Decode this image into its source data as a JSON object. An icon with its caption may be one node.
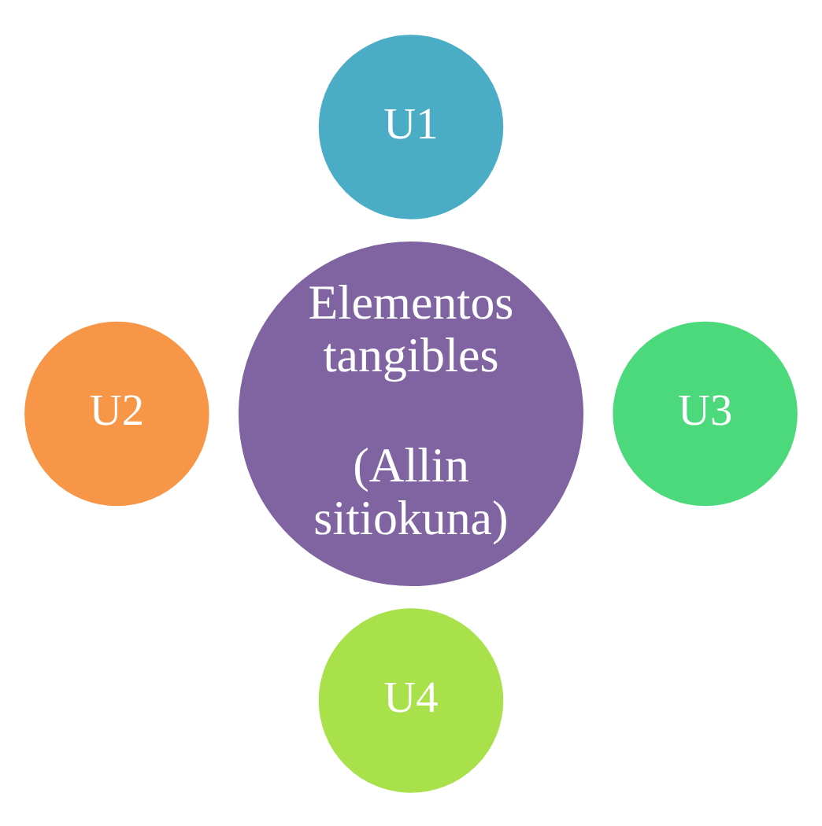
{
  "diagram": {
    "nodes": [
      {
        "text": [
          "U1"
        ]
      },
      {
        "text": [
          "U2"
        ]
      },
      {
        "text": [
          "Elementos tangibles",
          "(Allin sitiokuna)"
        ]
      },
      {
        "text": [
          "U3"
        ]
      },
      {
        "text": [
          "U4"
        ]
      }
    ]
  }
}
